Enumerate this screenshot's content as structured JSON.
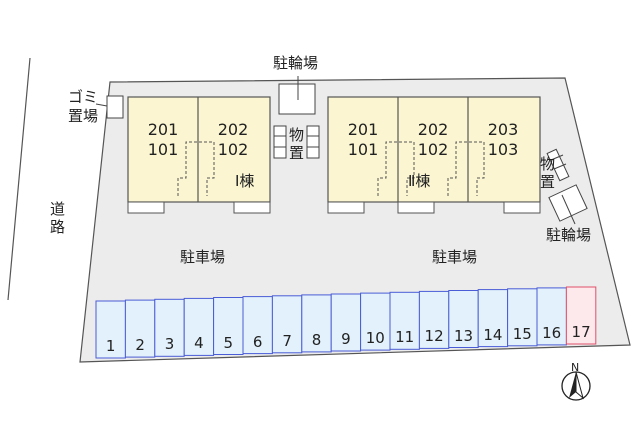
{
  "labels": {
    "road": "道路",
    "trash": "ゴミ置場",
    "trash_line1": "ゴミ",
    "trash_line2": "置場",
    "bike_top": "駐輪場",
    "bike_right": "駐輪場",
    "storage_left": "物置",
    "storage_right": "物置",
    "parking_left": "駐車場",
    "parking_right": "駐車場",
    "building1": "Ⅰ棟",
    "building2": "Ⅱ棟",
    "north": "N"
  },
  "building1_units": [
    {
      "upper": "201",
      "lower": "101"
    },
    {
      "upper": "202",
      "lower": "102"
    }
  ],
  "building2_units": [
    {
      "upper": "201",
      "lower": "101"
    },
    {
      "upper": "202",
      "lower": "102"
    },
    {
      "upper": "203",
      "lower": "103"
    }
  ],
  "parking_spaces": [
    "1",
    "2",
    "3",
    "4",
    "5",
    "6",
    "7",
    "8",
    "9",
    "10",
    "11",
    "12",
    "13",
    "14",
    "15",
    "16",
    "17"
  ],
  "highlighted_space": "17",
  "colors": {
    "lot": "#ececec",
    "building": "#fbf6d1",
    "space_fill": "#e2f1fb",
    "space_border": "#4a5cd6",
    "highlight_fill": "#fde8ec",
    "highlight_border": "#e0506a"
  }
}
